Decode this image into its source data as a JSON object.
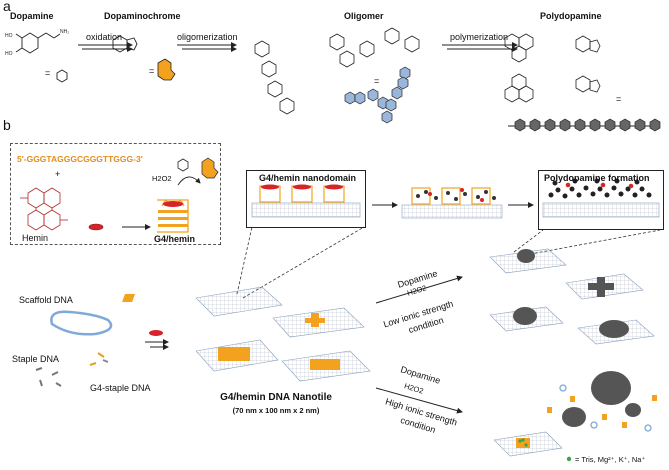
{
  "panels": {
    "a": "a",
    "b": "b"
  },
  "top": {
    "dopamine": "Dopamine",
    "dopaminochrome": "Dopaminochrome",
    "oligomer": "Oligomer",
    "polydopamine": "Polydopamine",
    "oxidation": "oxidation",
    "oligomerization": "oligomerization",
    "polymerization": "polymerization",
    "equals": "="
  },
  "bottom": {
    "sequence": "5'-GGGTAGGGCGGGTTGGG-3'",
    "plus": "+",
    "h2o2": "H2O2",
    "hemin": "Hemin",
    "g4hemin": "G4/hemin",
    "nanodomain": "G4/hemin nanodomain",
    "pd_formation": "Polydopamine formation",
    "scaffold": "Scaffold DNA",
    "staple": "Staple DNA",
    "g4staple": "G4-staple DNA",
    "nanotile_title": "G4/hemin DNA Nanotile",
    "nanotile_dims": "(70 nm x 100 nm x 2 nm)",
    "dopamine": "Dopamine",
    "low1": "Low ionic strength",
    "low2": "condition",
    "high1": "High ionic strength",
    "high2": "condition",
    "legend": "= Tris, Mg²⁺, K⁺, Na⁺"
  },
  "colors": {
    "orange": "#f2a21f",
    "blue": "#9ab7db",
    "red": "#d7232a",
    "gray": "#555555"
  }
}
